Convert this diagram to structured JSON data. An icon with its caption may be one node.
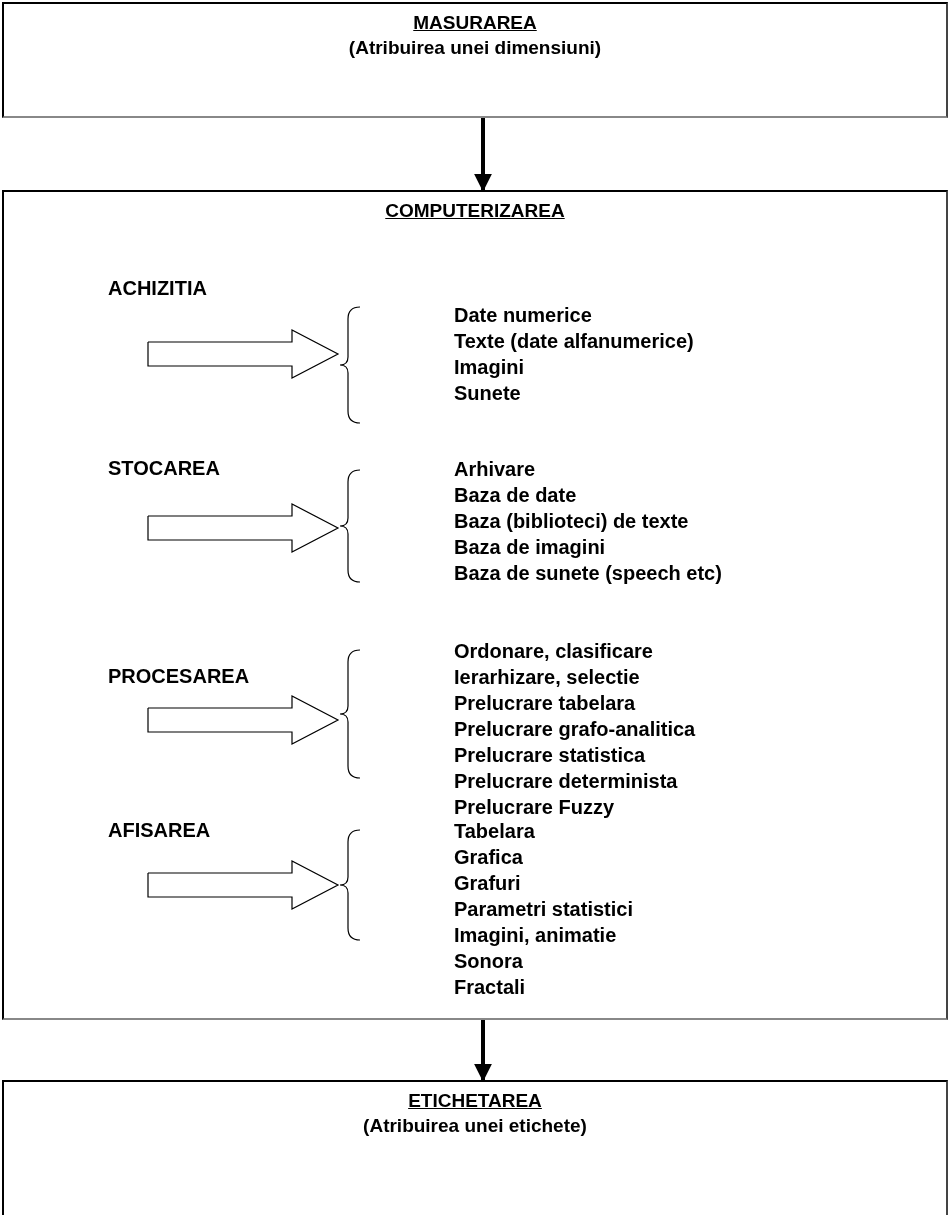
{
  "diagram": {
    "nodes": [
      {
        "text": [
          "MASURAREA",
          "(Atribuirea unei dimensiuni)"
        ]
      },
      {
        "text": [
          "COMPUTERIZAREA"
        ]
      },
      {
        "text": [
          "ETICHETAREA",
          "(Atribuirea unei etichete)"
        ]
      },
      {
        "text": [
          "Date numerice",
          "Texte (date alfanumerice)",
          "Imagini",
          "Sunete"
        ],
        "in": 1
      },
      {
        "text": [
          "Arhivare",
          "Baza de date",
          "Baza (biblioteci) de texte",
          "Baza de imagini",
          "Baza de sunete (speech etc)"
        ],
        "in": 1
      },
      {
        "text": [
          "Ordonare, clasificare",
          "Ierarhizare, selectie",
          "Prelucrare tabelara",
          "Prelucrare grafo-analitica",
          "Prelucrare statistica",
          "Prelucrare determinista",
          "Prelucrare Fuzzy"
        ],
        "in": 1
      },
      {
        "text": [
          "Tabelara",
          "Grafica",
          "Grafuri",
          "Parametri statistici",
          "Imagini, animatie",
          "Sonora",
          "Fractali"
        ],
        "in": 1
      }
    ],
    "edges": [
      {
        "from": 0,
        "to": 1,
        "arrow": "to"
      },
      {
        "from": 1,
        "to": 2,
        "arrow": "to"
      },
      {
        "from": null,
        "to": 3,
        "arrow": "to"
      },
      {
        "from": null,
        "to": 4,
        "arrow": "to"
      },
      {
        "from": null,
        "to": 5,
        "arrow": "to"
      },
      {
        "from": null,
        "to": 6,
        "arrow": "to"
      }
    ],
    "labels": [
      "ACHIZITIA",
      "STOCAREA",
      "PROCESAREA",
      "AFISAREA"
    ]
  }
}
